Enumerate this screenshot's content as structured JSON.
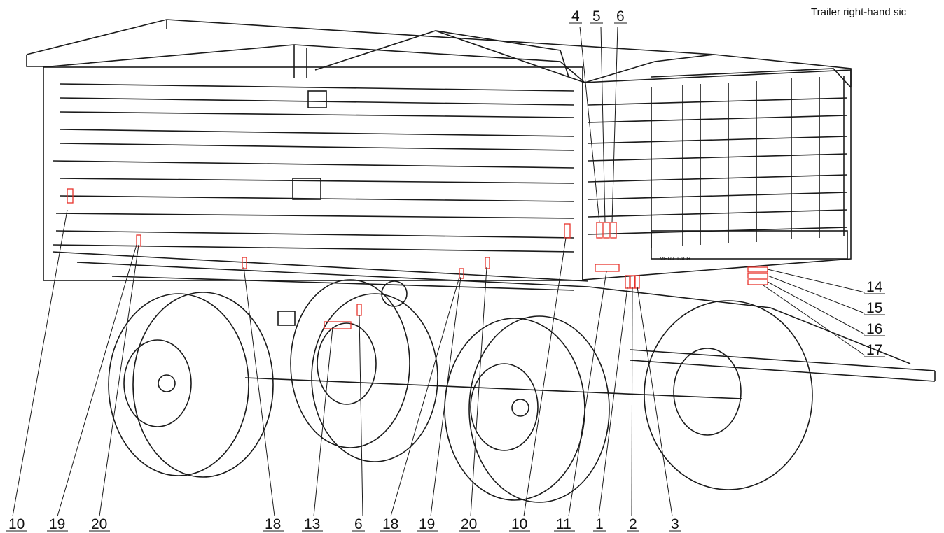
{
  "caption": "Trailer right-hand sic",
  "plate_text": "METAL-FACH",
  "callouts": {
    "top": [
      "4",
      "5",
      "6"
    ],
    "right": [
      "14",
      "15",
      "16",
      "17"
    ],
    "bottom": [
      "10",
      "19",
      "20",
      "18",
      "13",
      "6",
      "18",
      "19",
      "20",
      "10",
      "11",
      "1",
      "2",
      "3"
    ]
  },
  "colors": {
    "line": "#1a1a1a",
    "label_marker": "#e8322b"
  }
}
